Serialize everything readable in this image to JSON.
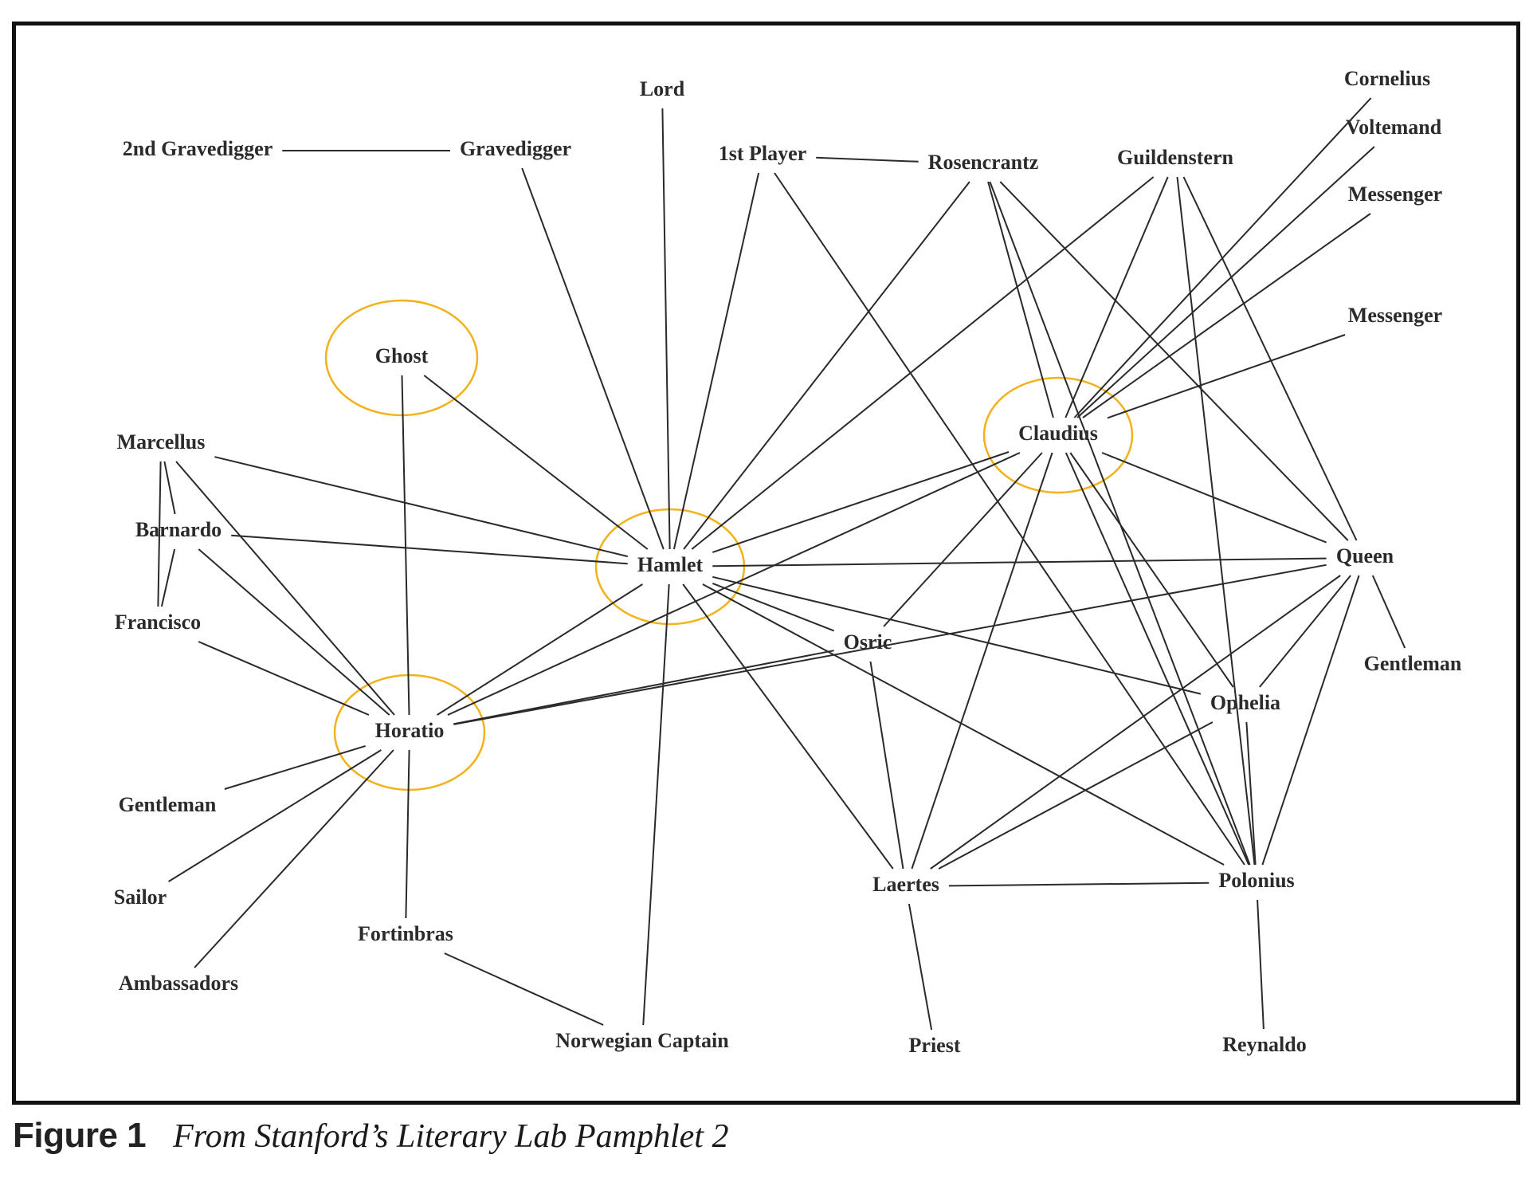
{
  "figure": {
    "label": "Figure 1",
    "caption": "From Stanford’s Literary Lab Pamphlet 2"
  },
  "highlight_color": "#f2b21b",
  "network": {
    "nodes": [
      {
        "id": "2nd-gravedigger",
        "label": "2nd Gravedigger"
      },
      {
        "id": "gravedigger",
        "label": "Gravedigger"
      },
      {
        "id": "lord",
        "label": "Lord"
      },
      {
        "id": "1st-player",
        "label": "1st Player"
      },
      {
        "id": "rosencrantz",
        "label": "Rosencrantz"
      },
      {
        "id": "guildenstern",
        "label": "Guildenstern"
      },
      {
        "id": "cornelius",
        "label": "Cornelius"
      },
      {
        "id": "voltemand",
        "label": "Voltemand"
      },
      {
        "id": "messenger-1",
        "label": "Messenger"
      },
      {
        "id": "messenger-2",
        "label": "Messenger"
      },
      {
        "id": "ghost",
        "label": "Ghost",
        "highlighted": true
      },
      {
        "id": "claudius",
        "label": "Claudius",
        "highlighted": true
      },
      {
        "id": "marcellus",
        "label": "Marcellus"
      },
      {
        "id": "barnardo",
        "label": "Barnardo"
      },
      {
        "id": "francisco",
        "label": "Francisco"
      },
      {
        "id": "hamlet",
        "label": "Hamlet",
        "highlighted": true
      },
      {
        "id": "queen",
        "label": "Queen"
      },
      {
        "id": "osric",
        "label": "Osric"
      },
      {
        "id": "gentleman-right",
        "label": "Gentleman"
      },
      {
        "id": "ophelia",
        "label": "Ophelia"
      },
      {
        "id": "horatio",
        "label": "Horatio",
        "highlighted": true
      },
      {
        "id": "gentleman-left",
        "label": "Gentleman"
      },
      {
        "id": "sailor",
        "label": "Sailor"
      },
      {
        "id": "laertes",
        "label": "Laertes"
      },
      {
        "id": "polonius",
        "label": "Polonius"
      },
      {
        "id": "fortinbras",
        "label": "Fortinbras"
      },
      {
        "id": "ambassadors",
        "label": "Ambassadors"
      },
      {
        "id": "norwegian-captain",
        "label": "Norwegian Captain"
      },
      {
        "id": "priest",
        "label": "Priest"
      },
      {
        "id": "reynaldo",
        "label": "Reynaldo"
      }
    ],
    "edges": [
      [
        "2nd-gravedigger",
        "gravedigger"
      ],
      [
        "1st-player",
        "rosencrantz"
      ],
      [
        "gravedigger",
        "hamlet"
      ],
      [
        "lord",
        "hamlet"
      ],
      [
        "1st-player",
        "hamlet"
      ],
      [
        "1st-player",
        "polonius"
      ],
      [
        "rosencrantz",
        "hamlet"
      ],
      [
        "rosencrantz",
        "claudius"
      ],
      [
        "rosencrantz",
        "queen"
      ],
      [
        "rosencrantz",
        "polonius"
      ],
      [
        "guildenstern",
        "hamlet"
      ],
      [
        "guildenstern",
        "claudius"
      ],
      [
        "guildenstern",
        "queen"
      ],
      [
        "guildenstern",
        "polonius"
      ],
      [
        "cornelius",
        "claudius"
      ],
      [
        "voltemand",
        "claudius"
      ],
      [
        "messenger-1",
        "claudius"
      ],
      [
        "messenger-2",
        "claudius"
      ],
      [
        "ghost",
        "hamlet"
      ],
      [
        "ghost",
        "horatio"
      ],
      [
        "marcellus",
        "hamlet"
      ],
      [
        "marcellus",
        "horatio"
      ],
      [
        "marcellus",
        "barnardo"
      ],
      [
        "marcellus",
        "francisco"
      ],
      [
        "barnardo",
        "hamlet"
      ],
      [
        "barnardo",
        "horatio"
      ],
      [
        "barnardo",
        "francisco"
      ],
      [
        "francisco",
        "horatio"
      ],
      [
        "claudius",
        "hamlet"
      ],
      [
        "claudius",
        "horatio"
      ],
      [
        "claudius",
        "queen"
      ],
      [
        "claudius",
        "osric"
      ],
      [
        "claudius",
        "laertes"
      ],
      [
        "claudius",
        "ophelia"
      ],
      [
        "claudius",
        "polonius"
      ],
      [
        "hamlet",
        "queen"
      ],
      [
        "hamlet",
        "osric"
      ],
      [
        "hamlet",
        "ophelia"
      ],
      [
        "hamlet",
        "horatio"
      ],
      [
        "hamlet",
        "laertes"
      ],
      [
        "hamlet",
        "polonius"
      ],
      [
        "hamlet",
        "norwegian-captain"
      ],
      [
        "queen",
        "horatio"
      ],
      [
        "queen",
        "laertes"
      ],
      [
        "queen",
        "ophelia"
      ],
      [
        "queen",
        "polonius"
      ],
      [
        "queen",
        "gentleman-right"
      ],
      [
        "osric",
        "horatio"
      ],
      [
        "osric",
        "laertes"
      ],
      [
        "ophelia",
        "laertes"
      ],
      [
        "ophelia",
        "polonius"
      ],
      [
        "horatio",
        "gentleman-left"
      ],
      [
        "horatio",
        "sailor"
      ],
      [
        "horatio",
        "ambassadors"
      ],
      [
        "horatio",
        "fortinbras"
      ],
      [
        "fortinbras",
        "norwegian-captain"
      ],
      [
        "laertes",
        "polonius"
      ],
      [
        "laertes",
        "priest"
      ],
      [
        "polonius",
        "reynaldo"
      ]
    ]
  }
}
